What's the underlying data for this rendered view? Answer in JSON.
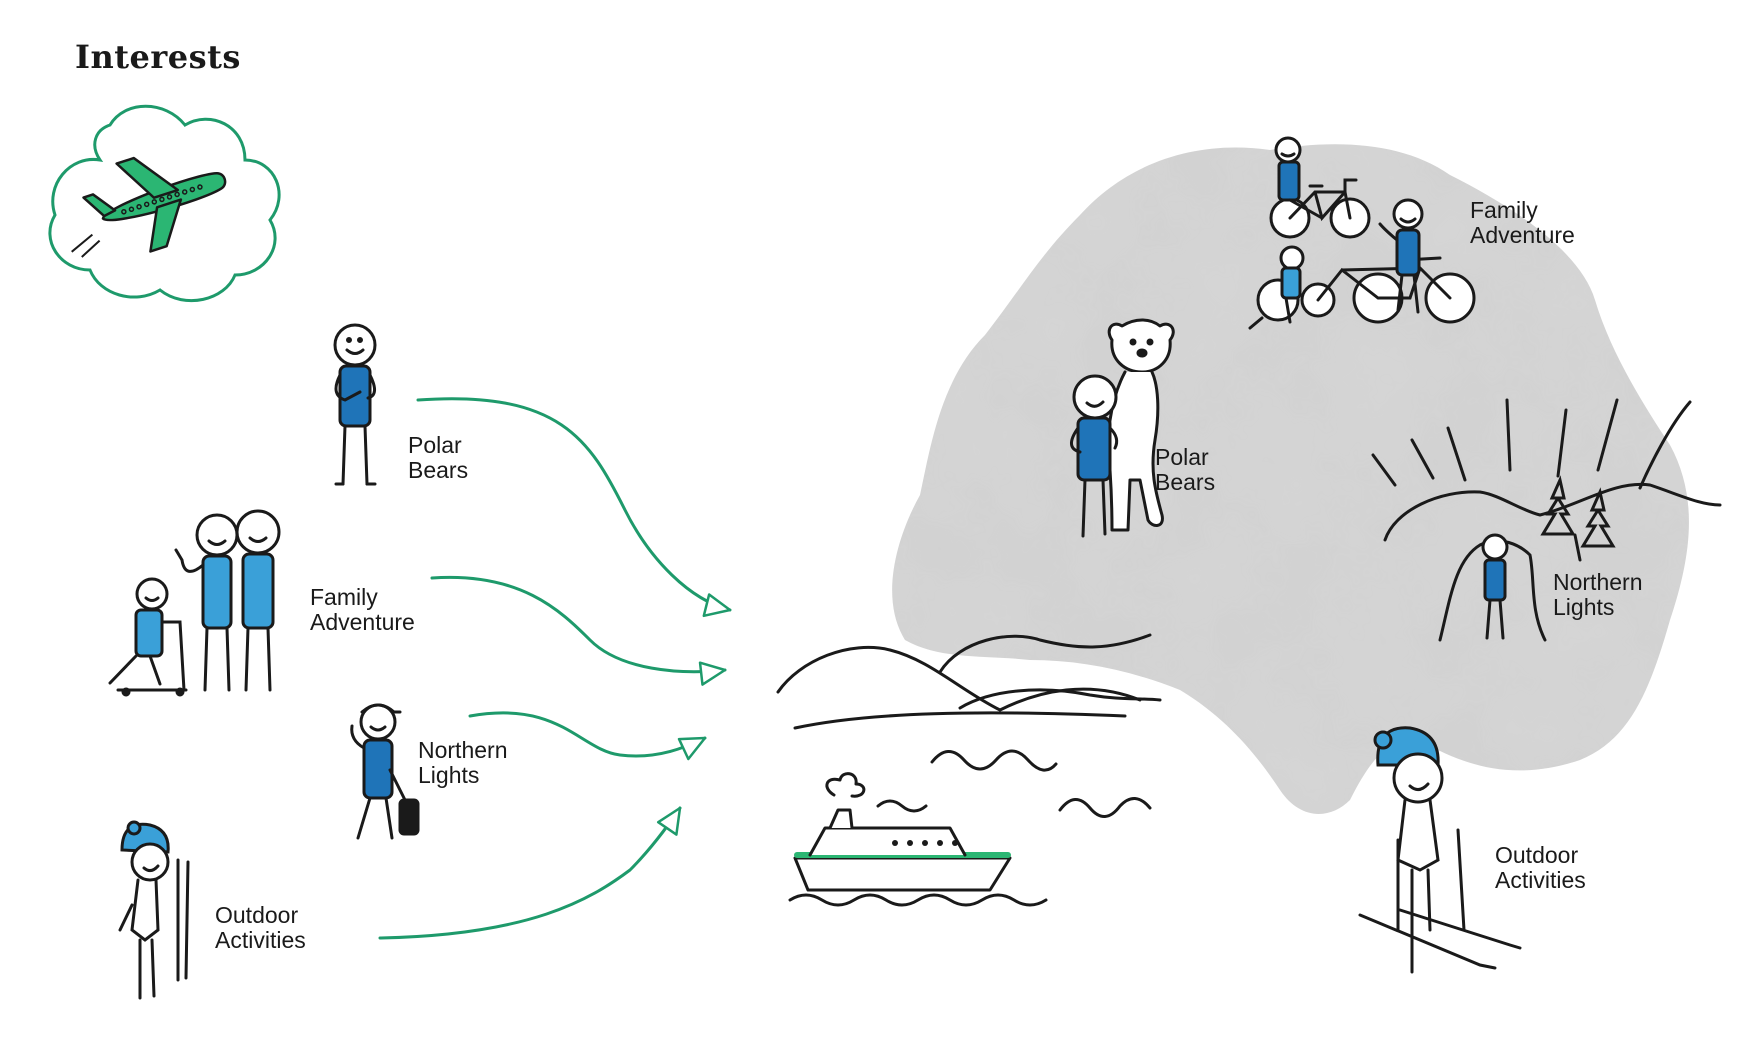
{
  "title": "Interests",
  "colors": {
    "accent_green": "#1e9a6b",
    "figure_blue": "#1f74b8",
    "figure_blue_light": "#3aa0d8",
    "cloud_gray": "#d6d6d6",
    "ink": "#1a1a1a"
  },
  "left_interests": [
    {
      "id": "polar-bears",
      "line1": "Polar",
      "line2": "Bears"
    },
    {
      "id": "family-adventure",
      "line1": "Family",
      "line2": "Adventure"
    },
    {
      "id": "northern-lights",
      "line1": "Northern",
      "line2": "Lights"
    },
    {
      "id": "outdoor-activities",
      "line1": "Outdoor",
      "line2": "Activities"
    }
  ],
  "right_interests": [
    {
      "id": "family-adventure",
      "line1": "Family",
      "line2": "Adventure"
    },
    {
      "id": "polar-bears",
      "line1": "Polar",
      "line2": "Bears"
    },
    {
      "id": "northern-lights",
      "line1": "Northern",
      "line2": "Lights"
    },
    {
      "id": "outdoor-activities",
      "line1": "Outdoor",
      "line2": "Activities"
    }
  ],
  "icons": [
    "airplane-icon",
    "thought-cloud-icon",
    "cruise-ship-icon",
    "polar-bear-icon",
    "bicycle-icon",
    "mountains-icon",
    "skier-icon"
  ]
}
